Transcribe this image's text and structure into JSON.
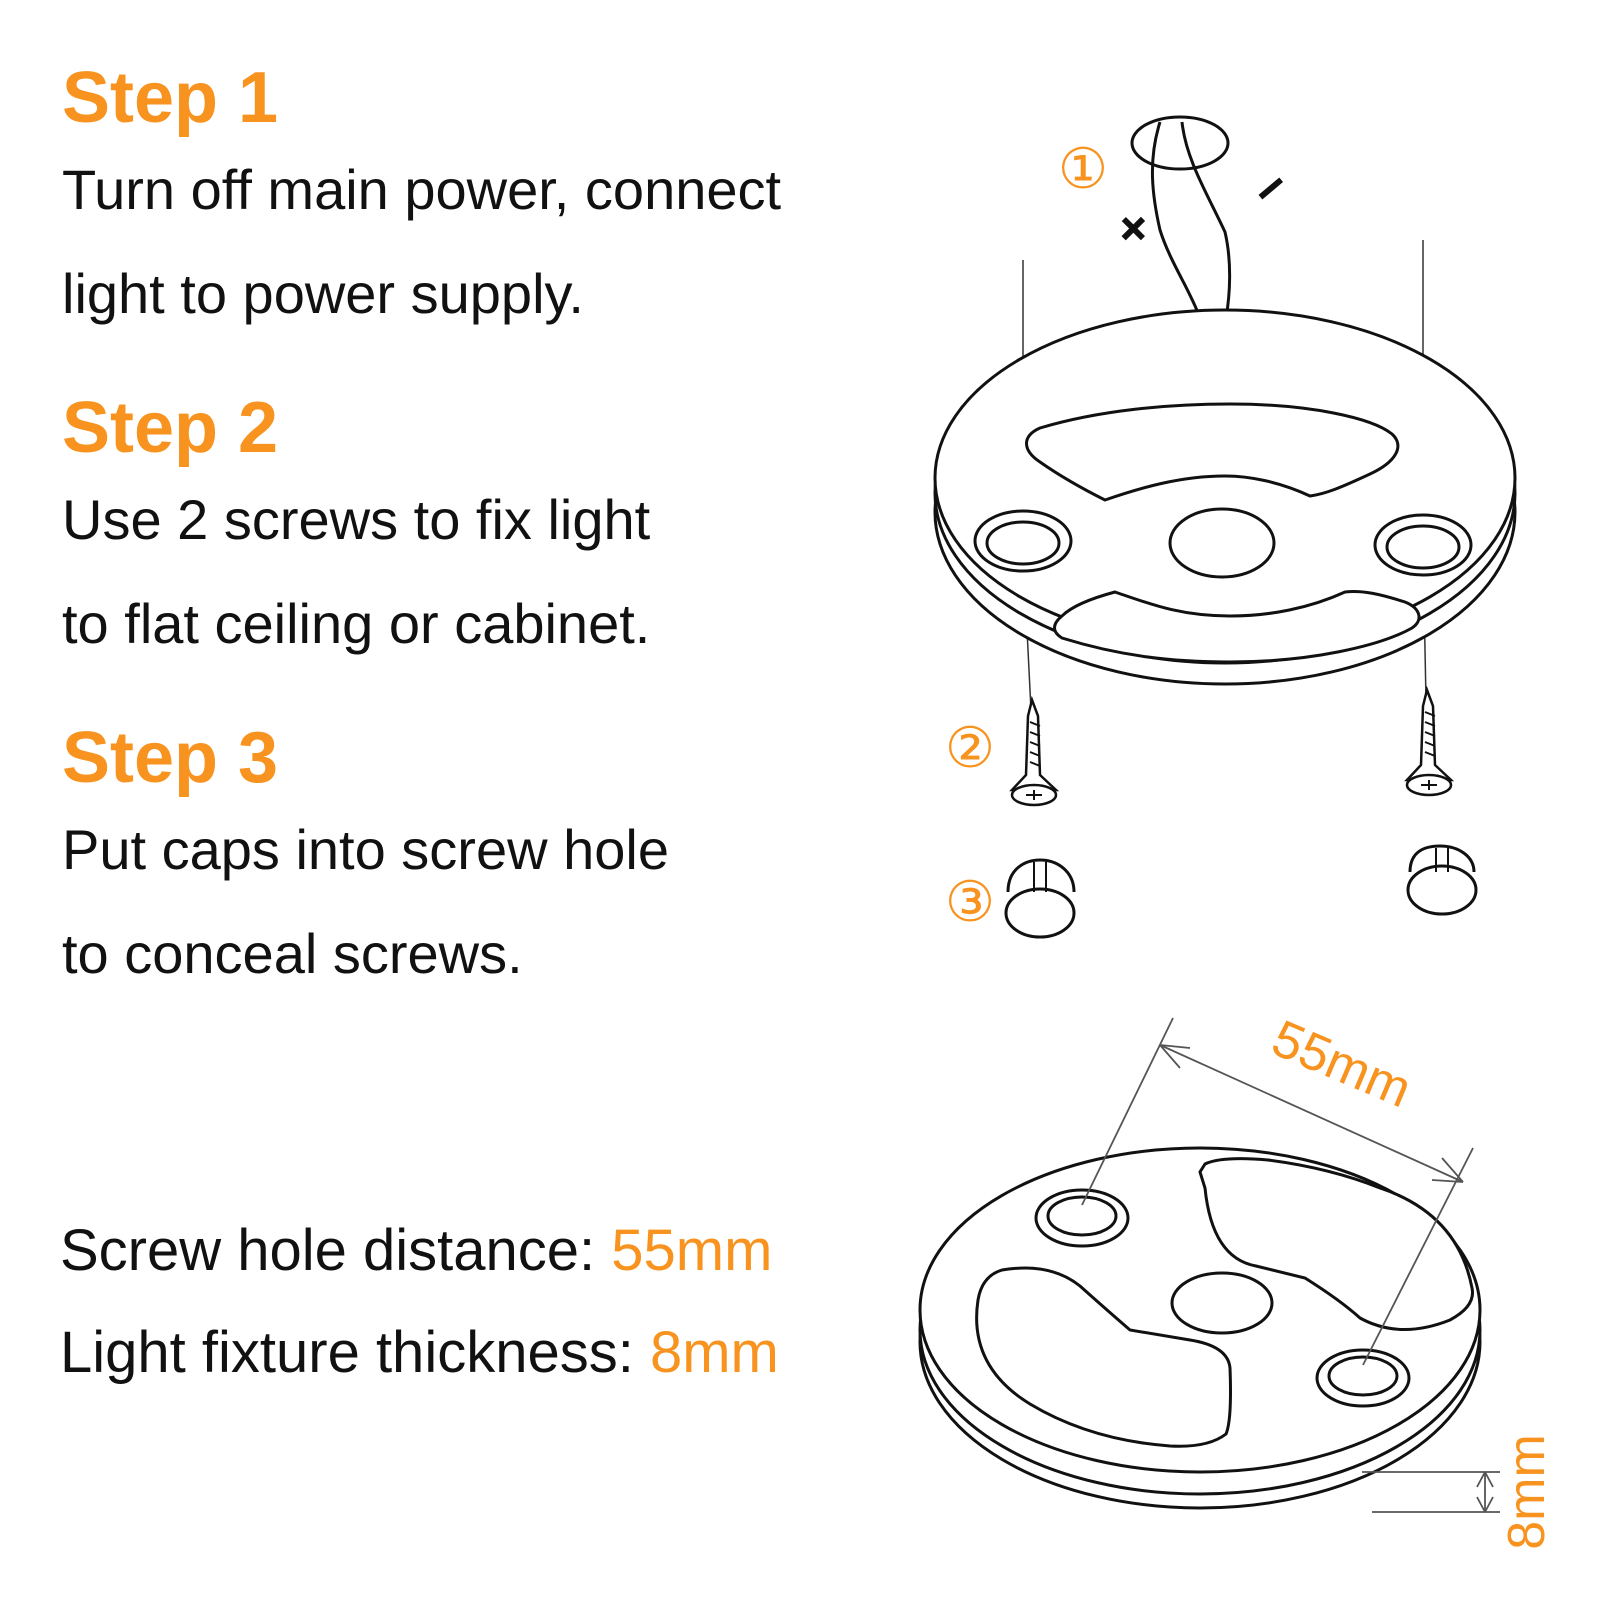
{
  "steps": [
    {
      "title": "Step 1",
      "lines": [
        "Turn off main power, connect",
        "light to power supply."
      ]
    },
    {
      "title": "Step 2",
      "lines": [
        "Use 2 screws to fix light",
        "to flat ceiling or cabinet."
      ]
    },
    {
      "title": "Step 3",
      "lines": [
        "Put caps into screw hole",
        "to conceal screws."
      ]
    }
  ],
  "specs": {
    "hole_label": "Screw hole distance: ",
    "hole_value": "55mm",
    "thickness_label": "Light fixture thickness: ",
    "thickness_value": "8mm"
  },
  "diagram": {
    "callout_1": "①",
    "callout_2": "②",
    "callout_3": "③",
    "plus_sign": "+",
    "minus_sign": "−",
    "dim_distance": "55mm",
    "dim_thickness": "8mm"
  },
  "colors": {
    "accent": "#f7931e",
    "text": "#111111",
    "line": "#111111"
  }
}
